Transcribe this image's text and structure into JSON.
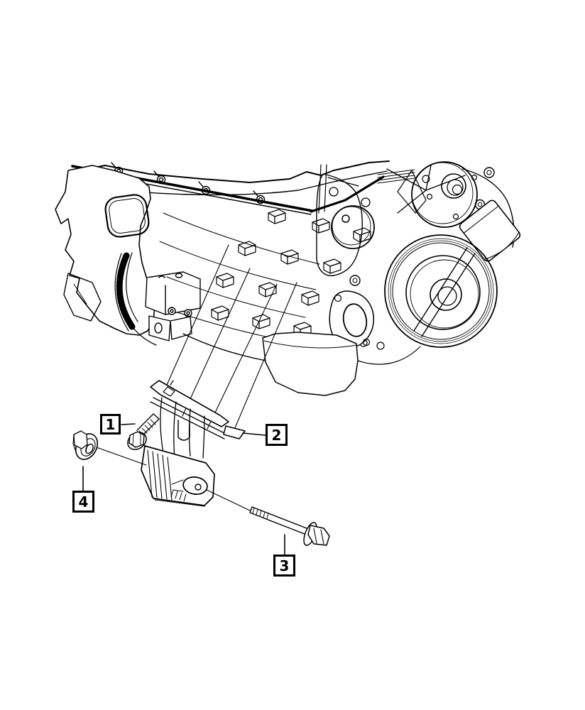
{
  "figure": {
    "background_color": "#ffffff",
    "line_color": "#000000",
    "callouts": {
      "c1": {
        "label": "1"
      },
      "c2": {
        "label": "2"
      },
      "c3": {
        "label": "3"
      },
      "c4": {
        "label": "4"
      }
    }
  }
}
